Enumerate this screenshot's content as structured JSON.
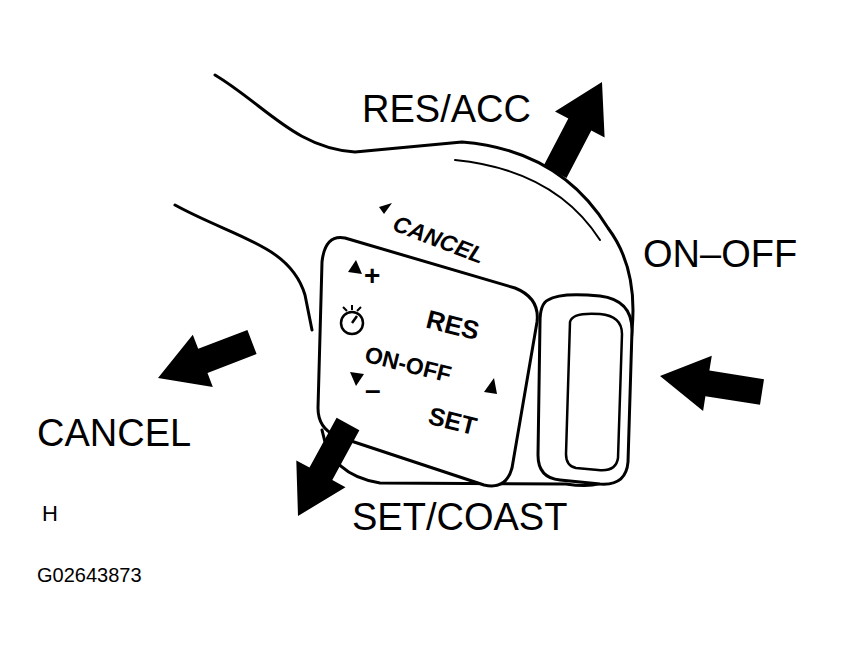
{
  "diagram": {
    "labels": [
      "RES/ACC",
      "ON–OFF",
      "CANCEL",
      "SET/COAST",
      "H",
      "G02643873",
      "CANCEL",
      "+",
      "RES",
      "ON-OFF",
      "SET",
      "–"
    ]
  }
}
